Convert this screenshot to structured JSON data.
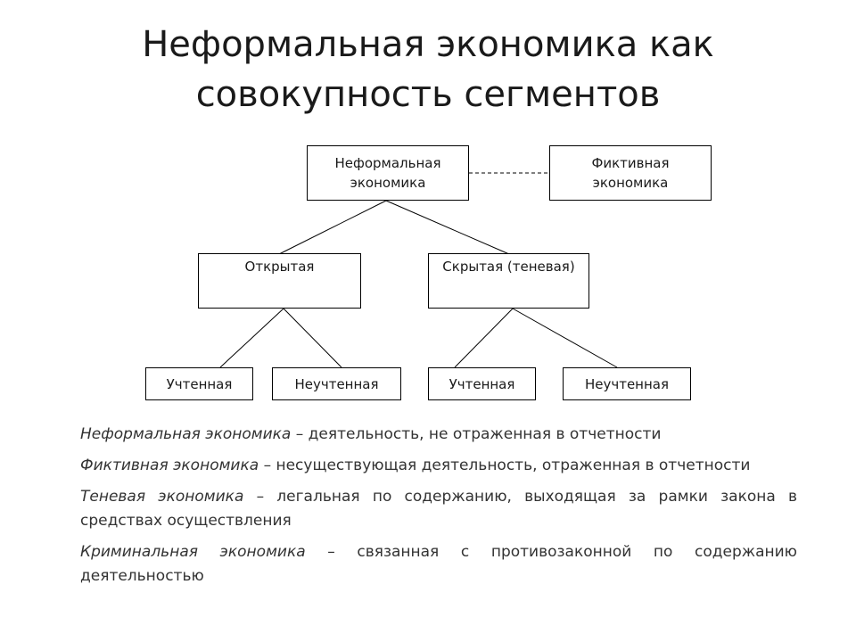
{
  "title": {
    "line1": "Неформальная экономика как",
    "line2": "совокупность сегментов"
  },
  "diagram": {
    "root": {
      "line1": "Неформальная",
      "line2": "экономика"
    },
    "fictive": {
      "line1": "Фиктивная",
      "line2": "экономика"
    },
    "open": {
      "label": "Открытая"
    },
    "hidden": {
      "label": "Скрытая (теневая)"
    },
    "open_children": {
      "accounted": "Учтенная",
      "unaccounted": "Неучтенная"
    },
    "hidden_children": {
      "accounted": "Учтенная",
      "unaccounted": "Неучтенная"
    }
  },
  "definitions": [
    {
      "term": "Неформальная экономика",
      "text": " – деятельность, не отраженная в отчетности"
    },
    {
      "term": "Фиктивная экономика",
      "text": " – несуществующая деятельность, отраженная в отчетности"
    },
    {
      "term": "Теневая экономика",
      "text": " – легальная по содержанию, выходящая за рамки закона в средствах осуществления"
    },
    {
      "term": "Криминальная экономика",
      "text": " – связанная с противозаконной по содержанию деятельностью"
    }
  ]
}
